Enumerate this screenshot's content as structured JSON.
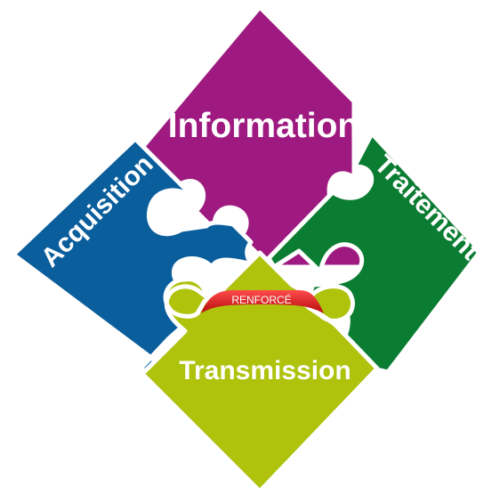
{
  "pieces": {
    "information": {
      "label": "Information",
      "color": "#9e1a80"
    },
    "acquisition": {
      "label": "Acquisition",
      "color": "#0a5e9c"
    },
    "traitement": {
      "label": "Traitement",
      "color": "#0b7d32"
    },
    "transmission": {
      "label": "Transmission",
      "color": "#afc20c"
    }
  },
  "badge": {
    "label": "RENFORCÉ",
    "color": "#d71919"
  }
}
